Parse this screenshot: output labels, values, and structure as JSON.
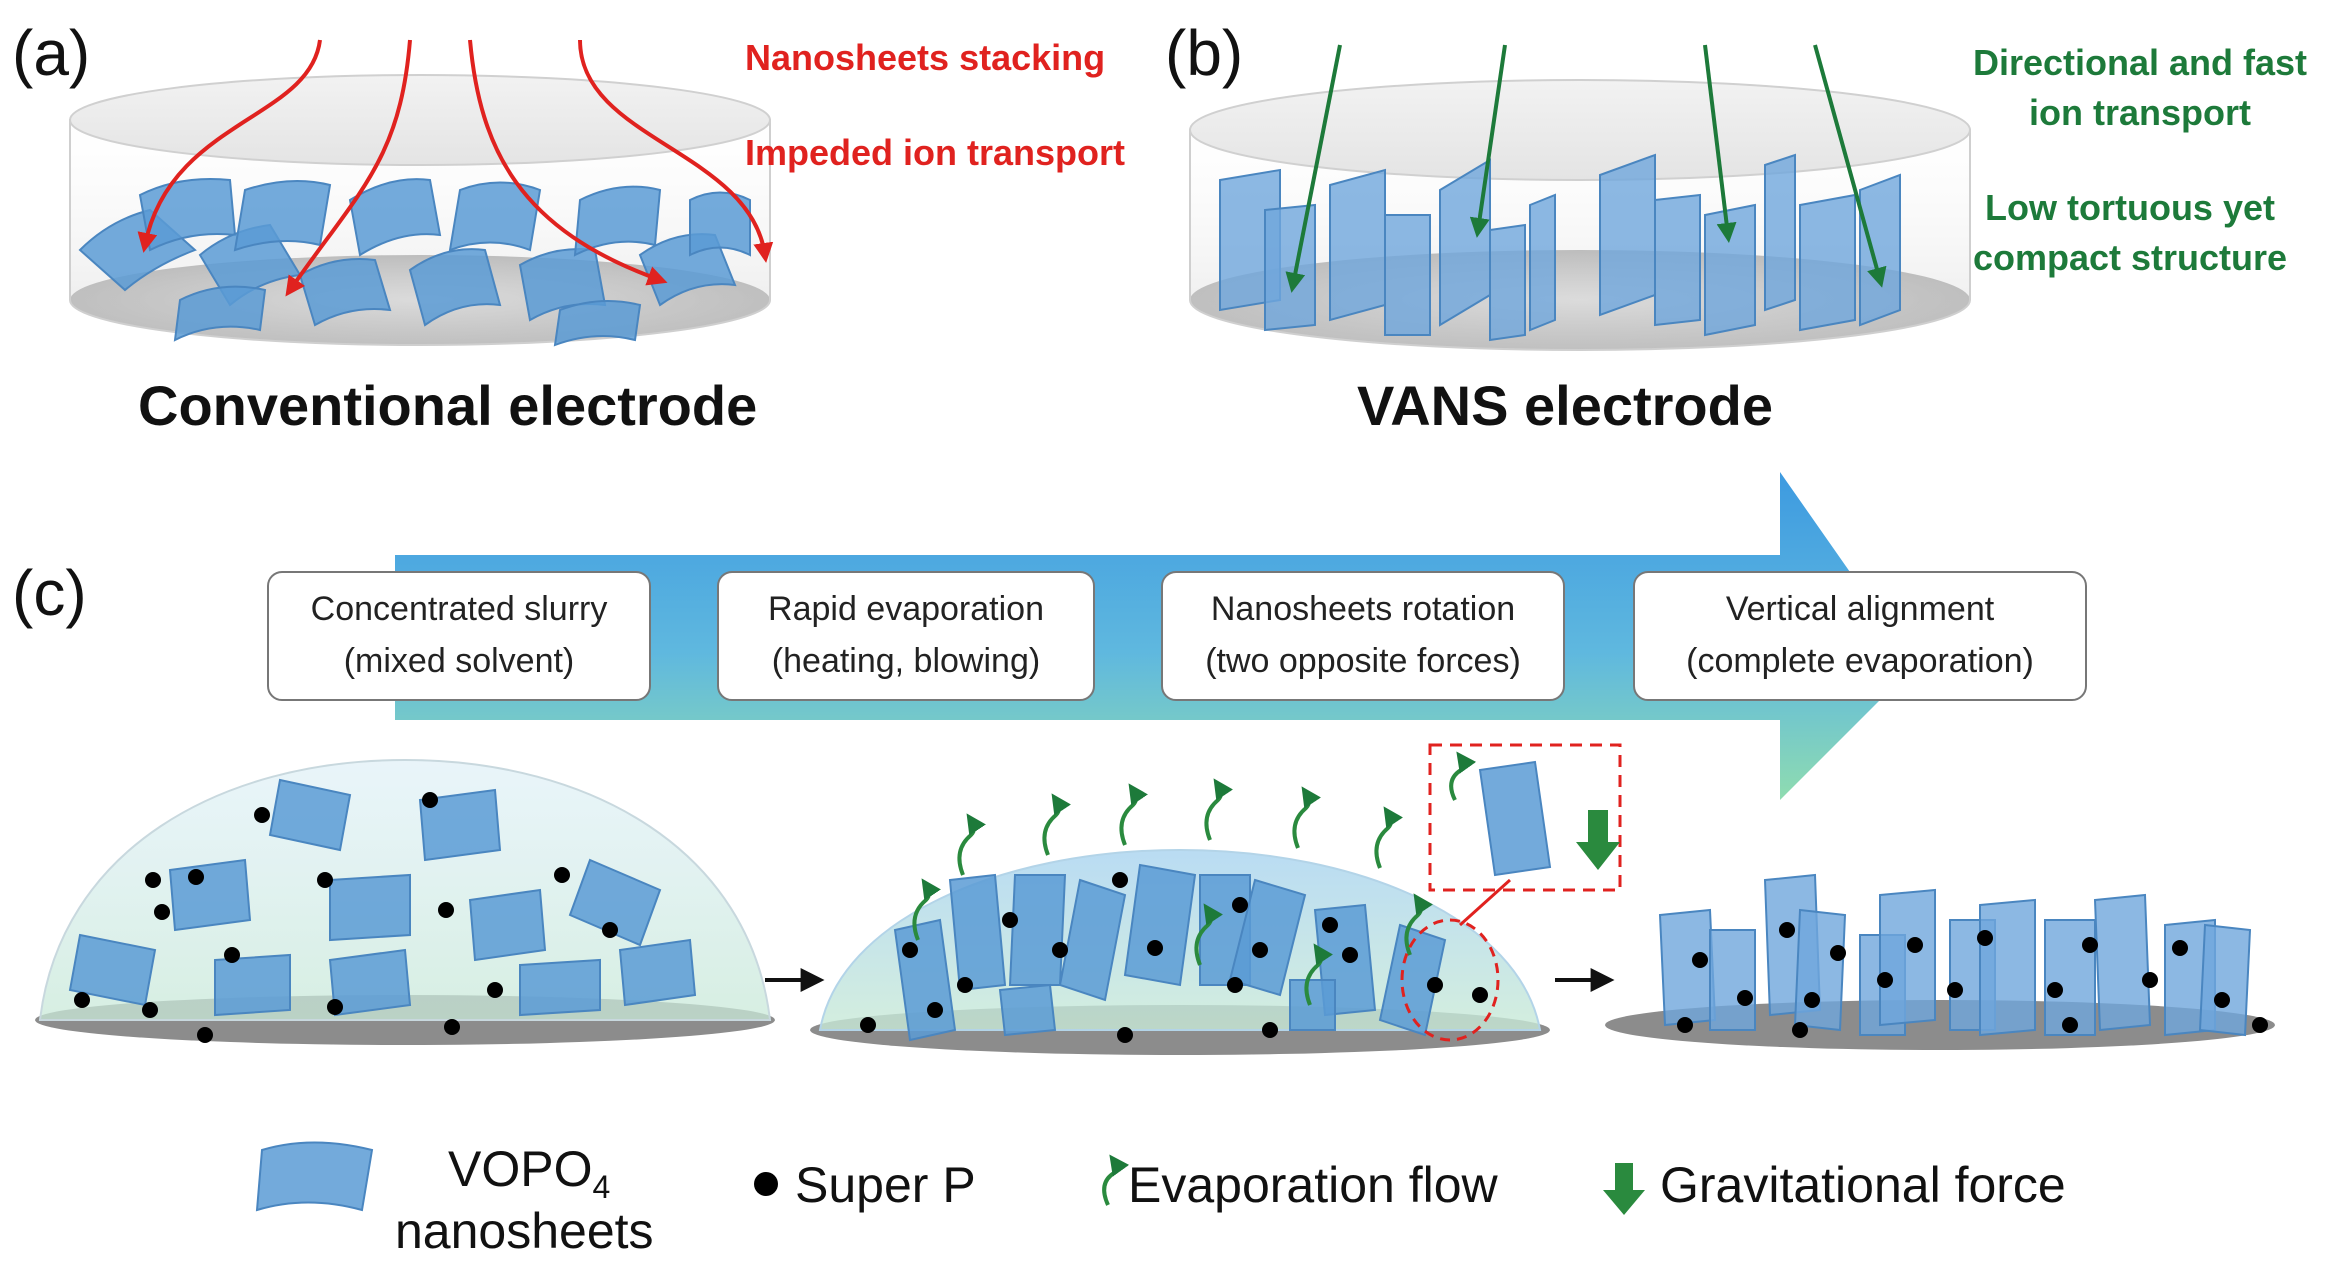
{
  "panels": {
    "a": {
      "letter": "(a)",
      "caption": "Conventional electrode",
      "note_1": "Nanosheets stacking",
      "note_2": "Impeded ion transport"
    },
    "b": {
      "letter": "(b)",
      "caption": "VANS electrode",
      "note_1_line1": "Directional and fast",
      "note_1_line2": "ion transport",
      "note_2_line1": "Low tortuous yet",
      "note_2_line2": "compact structure"
    },
    "c": {
      "letter": "(c)",
      "steps": [
        {
          "line1": "Concentrated slurry",
          "line2": "(mixed solvent)"
        },
        {
          "line1": "Rapid evaporation",
          "line2": "(heating, blowing)"
        },
        {
          "line1": "Nanosheets rotation",
          "line2": "(two opposite forces)"
        },
        {
          "line1": "Vertical alignment",
          "line2": "(complete evaporation)"
        }
      ]
    }
  },
  "legend": {
    "nanosheet_label_main": "VOPO",
    "nanosheet_label_sub": "4",
    "nanosheet_label_line2": "nanosheets",
    "superp_label": "Super P",
    "evap_label": "Evaporation flow",
    "gravity_label": "Gravitational force"
  },
  "colors": {
    "ion_path_conventional": "#e0221f",
    "ion_path_vans": "#1d7a3a",
    "nanosheet": "#5b9bd5",
    "process_arrow_start": "#4aa3df",
    "process_arrow_end": "#7ed3a6"
  }
}
